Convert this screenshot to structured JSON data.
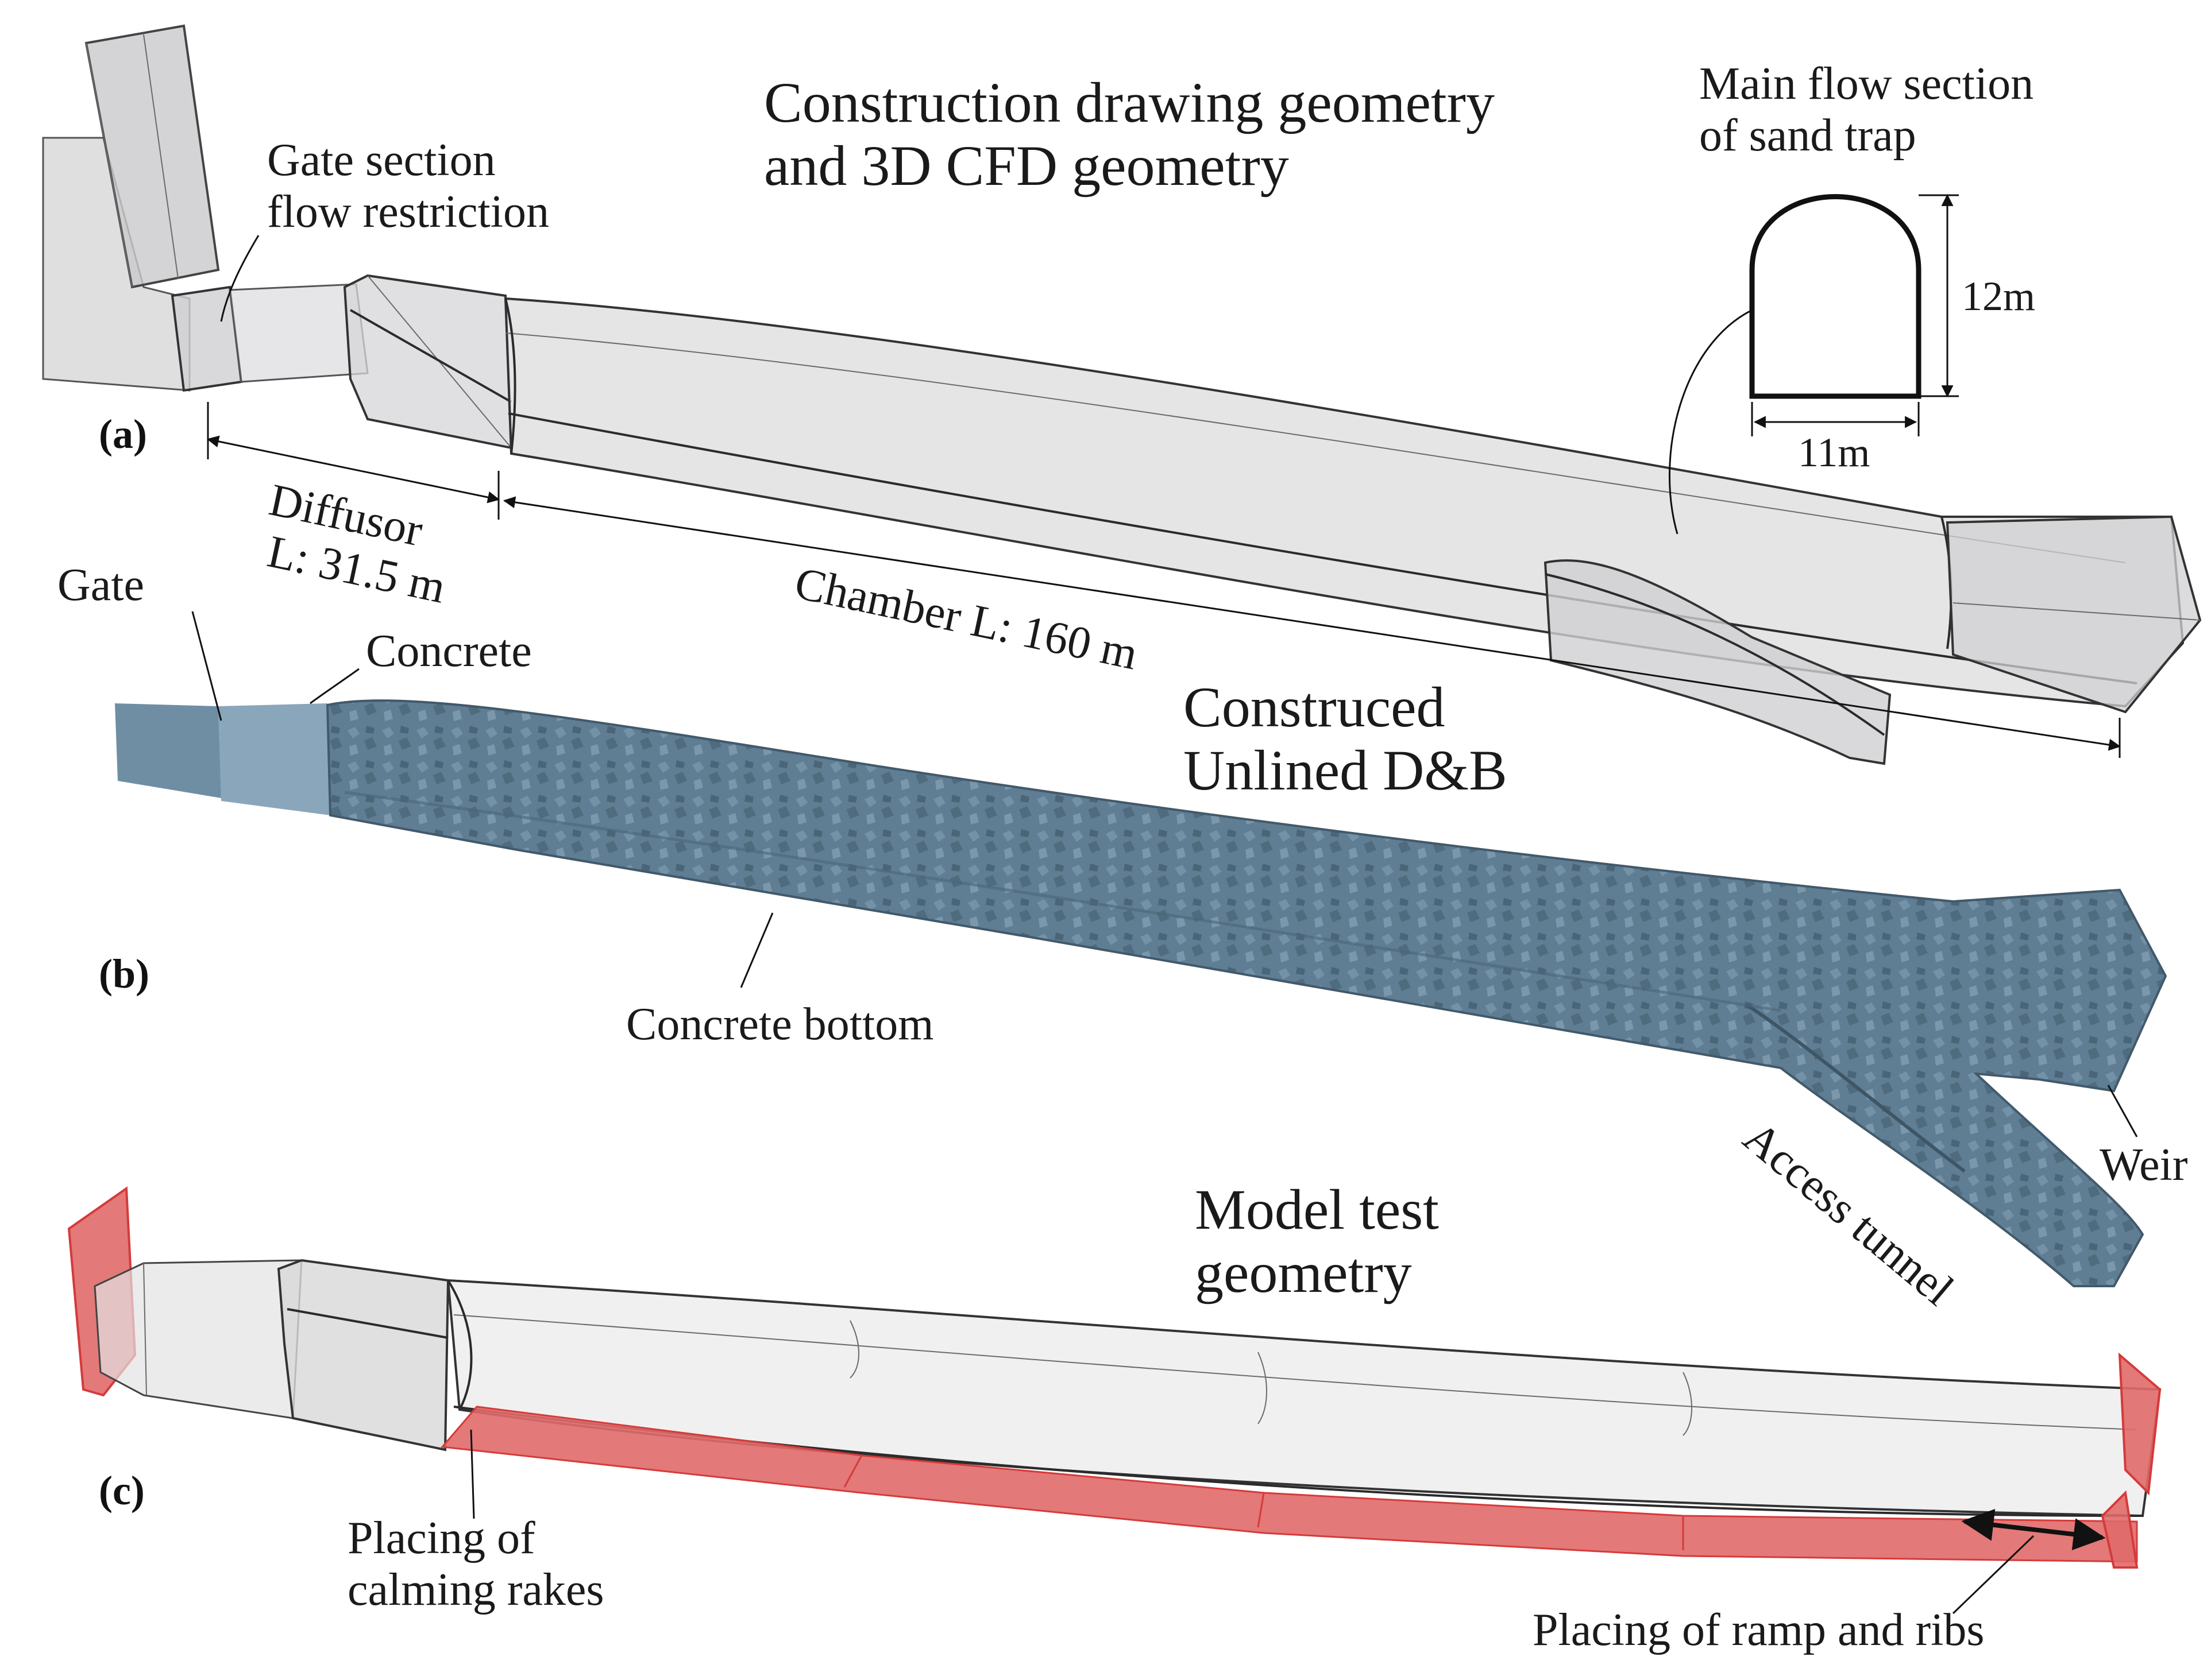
{
  "panels": {
    "a": "(a)",
    "b": "(b)",
    "c": "(c)"
  },
  "titles": {
    "a_line1": "Construction drawing geometry",
    "a_line2": "and 3D CFD  geometry",
    "b_line1": "Construced",
    "b_line2": "Unlined D&B",
    "c_line1": "Model test",
    "c_line2": "geometry"
  },
  "labels": {
    "gate_section_1": "Gate section",
    "gate_section_2": "flow restriction",
    "main_flow_1": "Main flow section",
    "main_flow_2": "of sand trap",
    "height": "12m",
    "width": "11m",
    "diffusor_1": "Diffusor",
    "diffusor_2": "L: 31.5 m",
    "chamber": "Chamber L: 160 m",
    "gate": "Gate",
    "concrete": "Concrete",
    "concrete_bottom": "Concrete bottom",
    "access_tunnel": "Access tunnel",
    "weir": "Weir",
    "calming_1": "Placing of",
    "calming_2": "calming rakes",
    "ramp_ribs": "Placing of ramp and ribs"
  },
  "colors": {
    "glass": "#d4d4d6",
    "rock": "#5f7d93",
    "rock_light": "#8aa6ba",
    "model_red": "#e06a6a",
    "model_red_edge": "#d63a3a"
  }
}
